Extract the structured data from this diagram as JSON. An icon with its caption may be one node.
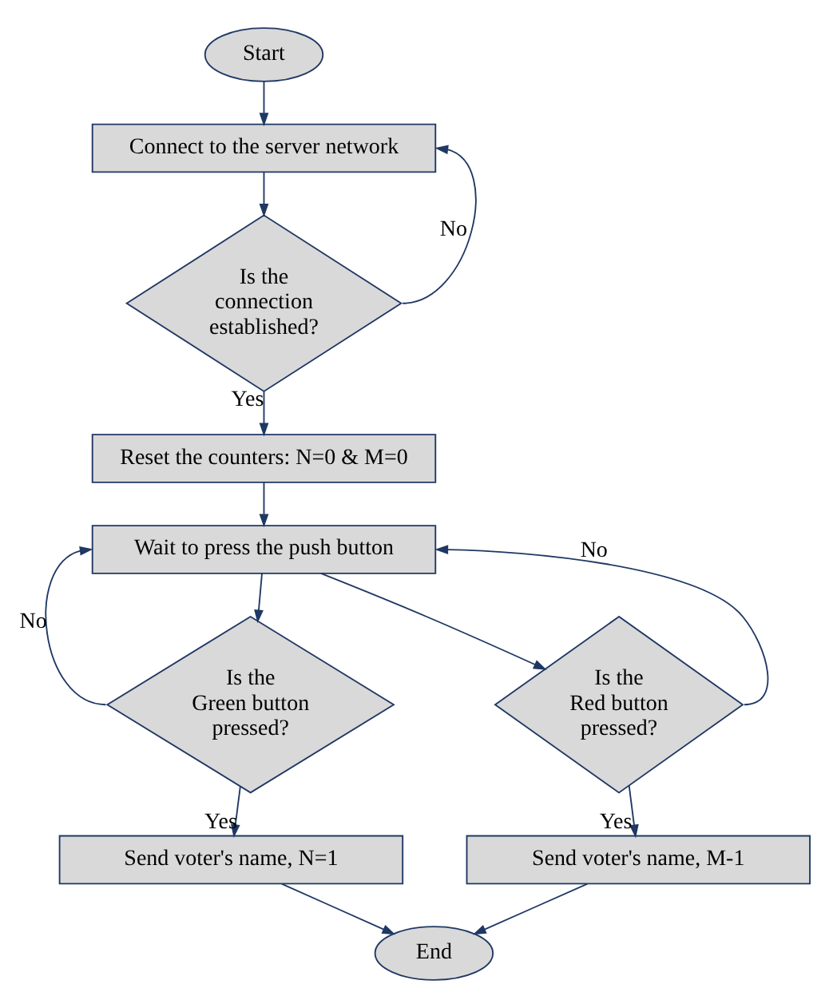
{
  "diagram": {
    "nodes": [
      {
        "text": [
          "Start"
        ]
      },
      {
        "text": [
          "Connect to the server network"
        ]
      },
      {
        "text": [
          "Is the connection established?"
        ]
      },
      {
        "text": [
          "Reset the counters: N=0 & M=0"
        ]
      },
      {
        "text": [
          "Wait to press the push button"
        ]
      },
      {
        "text": [
          "Is the Green button pressed?"
        ]
      },
      {
        "text": [
          "Is the Red button pressed?"
        ]
      },
      {
        "text": [
          "Send voter's name, N=1"
        ]
      },
      {
        "text": [
          "Send voter's name, M-1"
        ]
      },
      {
        "text": [
          "End"
        ]
      }
    ],
    "edges": [
      {
        "from": 0,
        "to": 1,
        "arrow": "to"
      },
      {
        "from": 1,
        "to": 2,
        "arrow": "to"
      },
      {
        "from": 2,
        "to": 1,
        "arrow": "to",
        "label": "No"
      },
      {
        "from": 2,
        "to": 3,
        "arrow": "to",
        "label": "Yes"
      },
      {
        "from": 3,
        "to": 4,
        "arrow": "to"
      },
      {
        "from": 4,
        "to": 5,
        "arrow": "to"
      },
      {
        "from": 4,
        "to": 6,
        "arrow": "to"
      },
      {
        "from": 5,
        "to": 4,
        "arrow": "to",
        "label": "No"
      },
      {
        "from": 6,
        "to": 4,
        "arrow": "to",
        "label": "No"
      },
      {
        "from": 5,
        "to": 7,
        "arrow": "to",
        "label": "Yes"
      },
      {
        "from": 6,
        "to": 8,
        "arrow": "to",
        "label": "Yes"
      },
      {
        "from": 7,
        "to": 9,
        "arrow": "to"
      },
      {
        "from": 8,
        "to": 9,
        "arrow": "to"
      }
    ]
  }
}
